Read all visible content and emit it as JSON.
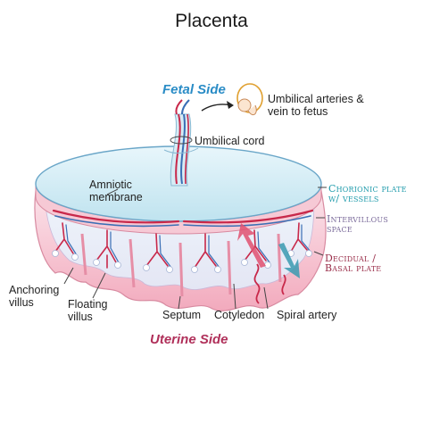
{
  "title": "Placenta",
  "fetal_side": "Fetal Side",
  "uterine_side": "Uterine Side",
  "labels": {
    "umbilical_arteries_1": "Umbilical arteries &",
    "umbilical_arteries_2": "vein to fetus",
    "umbilical_cord": "Umbilical cord",
    "amniotic_1": "Amniotic",
    "amniotic_2": "membrane",
    "chorionic_1": "Chorionic plate",
    "chorionic_2": "w/ vessels",
    "intervillous_1": "Intervillous",
    "intervillous_2": "space",
    "decidual_1": "Decidual /",
    "decidual_2": "Basal plate",
    "anchoring_1": "Anchoring",
    "anchoring_2": "villus",
    "floating_1": "Floating",
    "floating_2": "villus",
    "septum": "Septum",
    "cotyledon": "Cotyledon",
    "spiral_artery": "Spiral artery"
  },
  "colors": {
    "fetal_side": "#2a8cc6",
    "uterine_side": "#b0305a",
    "chorionic": "#1f9bab",
    "intervillous": "#7a6a9a",
    "decidual": "#9a2e4a",
    "artery": "#c8284a",
    "vein": "#3a6fb5",
    "tissue": "#f3b6c6"
  }
}
